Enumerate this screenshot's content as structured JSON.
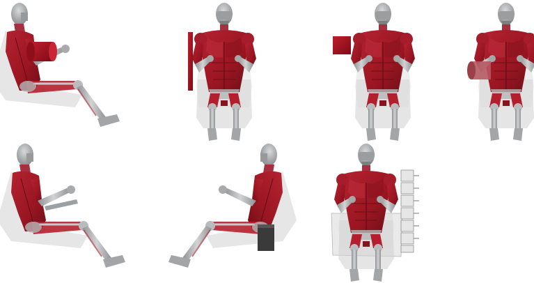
{
  "figure": {
    "description_visible_text": "",
    "panels": [
      {
        "id": "a",
        "view": "side",
        "impactor": "cylinder-chest"
      },
      {
        "id": "b",
        "view": "front",
        "impactor": "vertical-bar-left"
      },
      {
        "id": "c",
        "view": "front",
        "impactor": "cube-shoulder-left"
      },
      {
        "id": "d",
        "view": "front",
        "impactor": "cylinder-abdomen-left"
      },
      {
        "id": "e",
        "view": "side",
        "impactor": "belt-bar"
      },
      {
        "id": "f",
        "view": "oblique",
        "impactor": "block-pelvis-right"
      },
      {
        "id": "g",
        "view": "front",
        "impactor": "side-wall-plates"
      }
    ],
    "colors": {
      "muscle": "#9a1622",
      "muscle_dark": "#6e0f18",
      "bone": "#b9bbbd",
      "bone_dark": "#8c8e90",
      "seat": "#c9c9c9",
      "impactor_red": "#a3121f",
      "impactor_gray": "#3a3a3a",
      "plate": "#e6e6e6"
    }
  }
}
